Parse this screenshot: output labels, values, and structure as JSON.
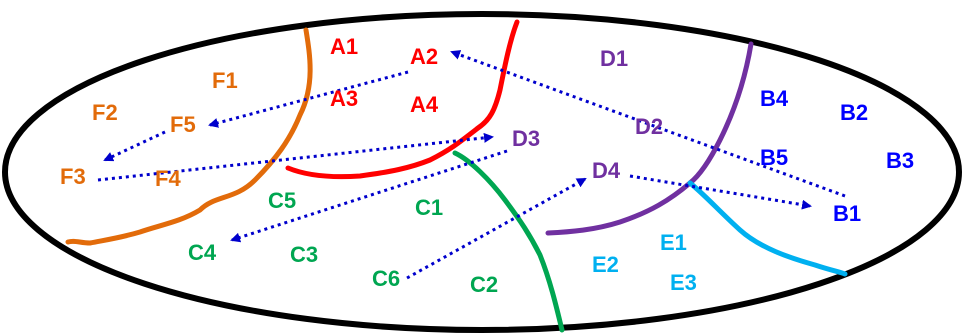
{
  "colors": {
    "outline": "#000000",
    "orange": "#E26B0A",
    "red": "#FF0000",
    "green": "#00A651",
    "purple": "#7030A0",
    "blue": "#0000FF",
    "cyan": "#00B0F0",
    "arrow": "#0000CC"
  },
  "labels": {
    "A1": "A1",
    "A2": "A2",
    "A3": "A3",
    "A4": "A4",
    "B1": "B1",
    "B2": "B2",
    "B3": "B3",
    "B4": "B4",
    "B5": "B5",
    "C1": "C1",
    "C2": "C2",
    "C3": "C3",
    "C4": "C4",
    "C5": "C5",
    "C6": "C6",
    "D1": "D1",
    "D2": "D2",
    "D3": "D3",
    "D4": "D4",
    "E1": "E1",
    "E2": "E2",
    "E3": "E3",
    "F1": "F1",
    "F2": "F2",
    "F3": "F3",
    "F4": "F4",
    "F5": "F5"
  },
  "arrows": [
    {
      "from": "A2",
      "to": "F5"
    },
    {
      "from": "F5",
      "to": "F3"
    },
    {
      "from": "F3",
      "to": "D3"
    },
    {
      "from": "D3",
      "to": "C4"
    },
    {
      "from": "C6",
      "to": "D4"
    },
    {
      "from": "D4",
      "to": "B1"
    },
    {
      "from": "B1",
      "to": "A2"
    }
  ]
}
